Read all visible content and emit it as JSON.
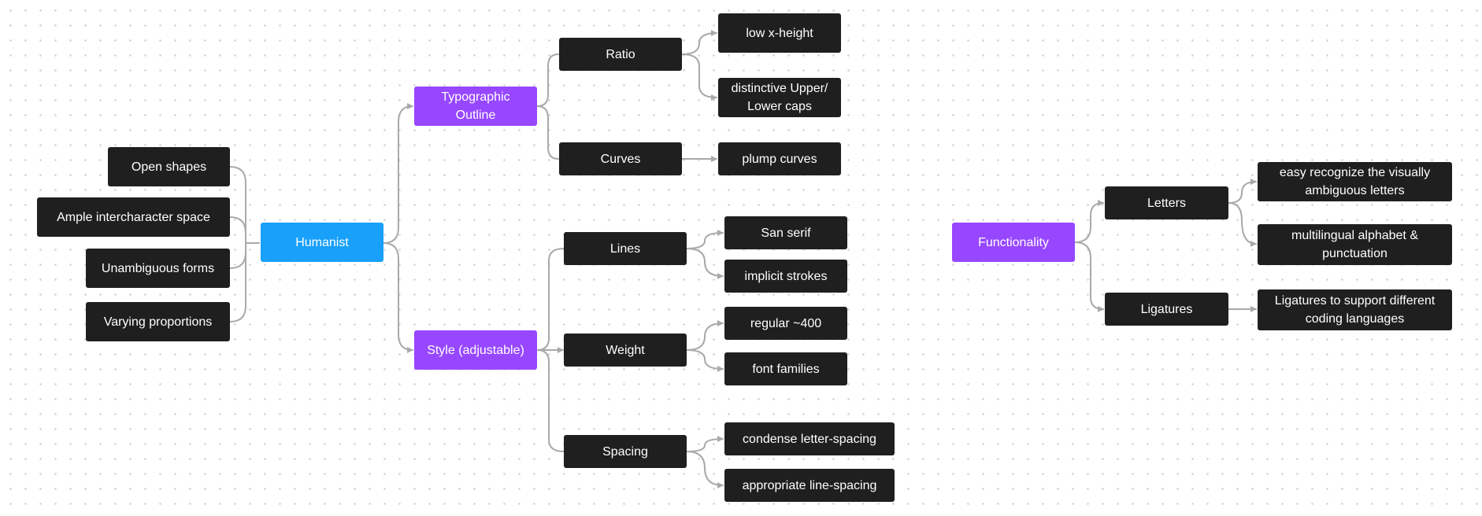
{
  "theme": {
    "node_dark": "#1f1f1f",
    "node_purple": "#9747ff",
    "node_blue": "#18a0fb",
    "connector": "#a9a9a9",
    "canvas_dots": "#d2d2d2"
  },
  "humanist": {
    "root": "Humanist",
    "inputs": [
      "Open shapes",
      "Ample intercharacter space",
      "Unambiguous forms",
      "Varying proportions"
    ],
    "typographic_outline": {
      "label": "Typographic Outline",
      "ratio": {
        "label": "Ratio",
        "children": [
          "low x-height",
          "distinctive Upper/ Lower caps"
        ]
      },
      "curves": {
        "label": "Curves",
        "children": [
          "plump curves"
        ]
      }
    },
    "style": {
      "label": "Style (adjustable)",
      "lines": {
        "label": "Lines",
        "children": [
          "San serif",
          "implicit strokes"
        ]
      },
      "weight": {
        "label": "Weight",
        "children": [
          "regular ~400",
          "font families"
        ]
      },
      "spacing": {
        "label": "Spacing",
        "children": [
          "condense letter-spacing",
          "appropriate line-spacing"
        ]
      }
    }
  },
  "functionality": {
    "root": "Functionality",
    "letters": {
      "label": "Letters",
      "children": [
        "easy recognize the visually ambiguous letters",
        "multilingual alphabet & punctuation"
      ]
    },
    "ligatures": {
      "label": "Ligatures",
      "children": [
        "Ligatures to support different coding languages"
      ]
    }
  }
}
